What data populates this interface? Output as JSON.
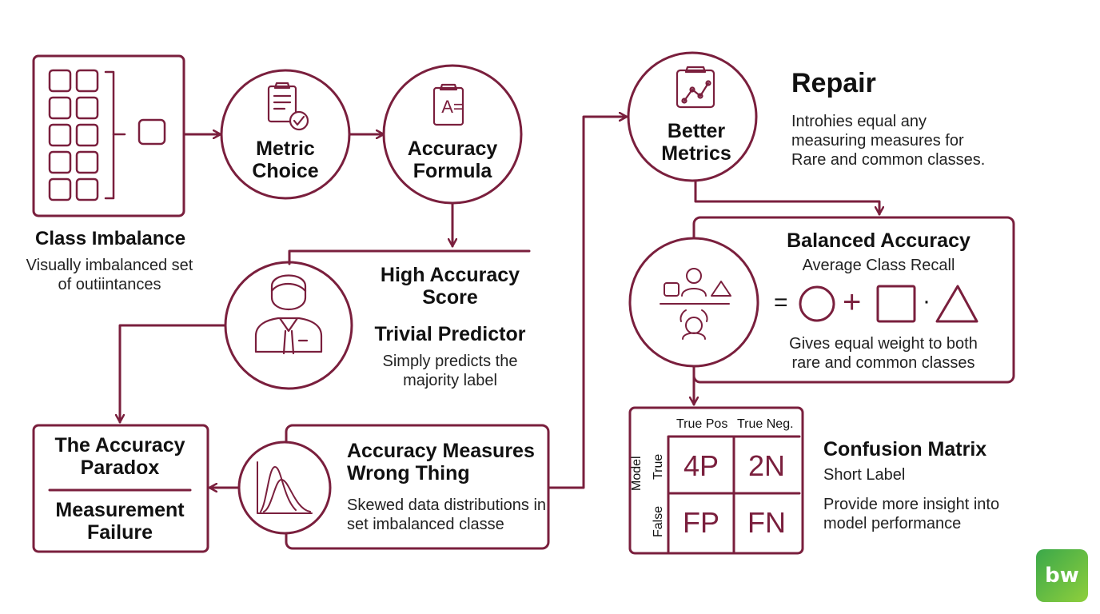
{
  "colors": {
    "accent": "#7a1f3d",
    "text": "#111111",
    "logo": "#5cb844"
  },
  "class_imbalance": {
    "title": "Class Imbalance",
    "desc": "Visually imbalanced set of outiintances"
  },
  "metric_choice": {
    "label": "Metric Choice"
  },
  "accuracy_formula": {
    "label": "Accuracy Formula",
    "icon_text": "A="
  },
  "better_metrics": {
    "label": "Better Metrics"
  },
  "repair": {
    "title": "Repair",
    "desc": "Introhies equal any measuring measures for Rare and common classes."
  },
  "high_accuracy": {
    "title": "High Accuracy Score"
  },
  "trivial_predictor": {
    "title": "Trivial Predictor",
    "desc": "Simply predicts the majority label"
  },
  "balanced_accuracy": {
    "title": "Balanced Accuracy",
    "subtitle": "Average Class Recall",
    "formula_eq": "=",
    "formula_plus": "+",
    "formula_dot": "·",
    "desc": "Gives equal weight to both rare and common classes"
  },
  "accuracy_paradox": {
    "title": "The Accuracy Paradox",
    "subtitle": "Measurement Failure"
  },
  "accuracy_measures": {
    "title": "Accuracy Measures Wrong Thing",
    "desc": "Skewed data distributions in set imbalanced classe"
  },
  "confusion_matrix": {
    "col_headers": [
      "True Pos",
      "True Neg."
    ],
    "row_axis_label": "Model",
    "row_labels": [
      "True",
      "False"
    ],
    "cells": [
      "4P",
      "2N",
      "FP",
      "FN"
    ],
    "title": "Confusion Matrix",
    "subtitle": "Short Label",
    "desc": "Provide more insight into model performance"
  },
  "logo": {
    "text": "bw"
  }
}
